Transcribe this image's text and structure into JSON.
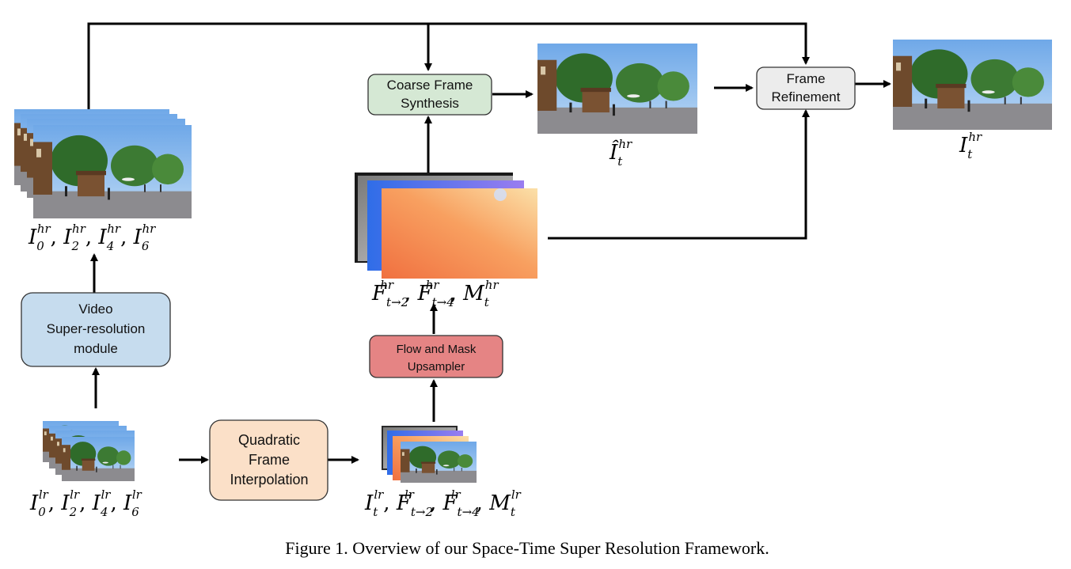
{
  "boxes": {
    "coarse_frame_synthesis": {
      "line1": "Coarse Frame",
      "line2": "Synthesis",
      "color": "#d5e8d4"
    },
    "frame_refinement": {
      "line1": "Frame",
      "line2": "Refinement",
      "color": "#ececec"
    },
    "video_sr_module": {
      "line1": "Video",
      "line2": "Super-resolution",
      "line3": "module",
      "color": "#c6dcee"
    },
    "flow_mask_upsampler": {
      "line1": "Flow and Mask",
      "line2": "Upsampler",
      "color": "#e58484"
    },
    "quadratic_interpolation": {
      "line1": "Quadratic",
      "line2": "Frame",
      "line3": "Interpolation",
      "color": "#fbe0c8"
    }
  },
  "labels": {
    "hr_inputs": {
      "base": "I",
      "subs": [
        "0",
        "2",
        "4",
        "6"
      ],
      "sup": "hr"
    },
    "lr_inputs": {
      "base": "I",
      "subs": [
        "0",
        "2",
        "4",
        "6"
      ],
      "sup": "lr"
    },
    "hr_flows": {
      "f": "F",
      "m": "M",
      "sub1": "t→2",
      "sub2": "t→4",
      "subm": "t",
      "sup": "hr"
    },
    "lr_flows": {
      "i": "I",
      "f": "F",
      "m": "M",
      "subi": "t",
      "sub1": "t→2",
      "sub2": "t→4",
      "subm": "t",
      "sup": "lr"
    },
    "coarse_output": {
      "base": "Î",
      "sub": "t",
      "sup": "hr"
    },
    "final_output": {
      "base": "I",
      "sub": "t",
      "sup": "hr"
    }
  },
  "caption": "Figure 1. Overview of our Space-Time Super Resolution Framework."
}
